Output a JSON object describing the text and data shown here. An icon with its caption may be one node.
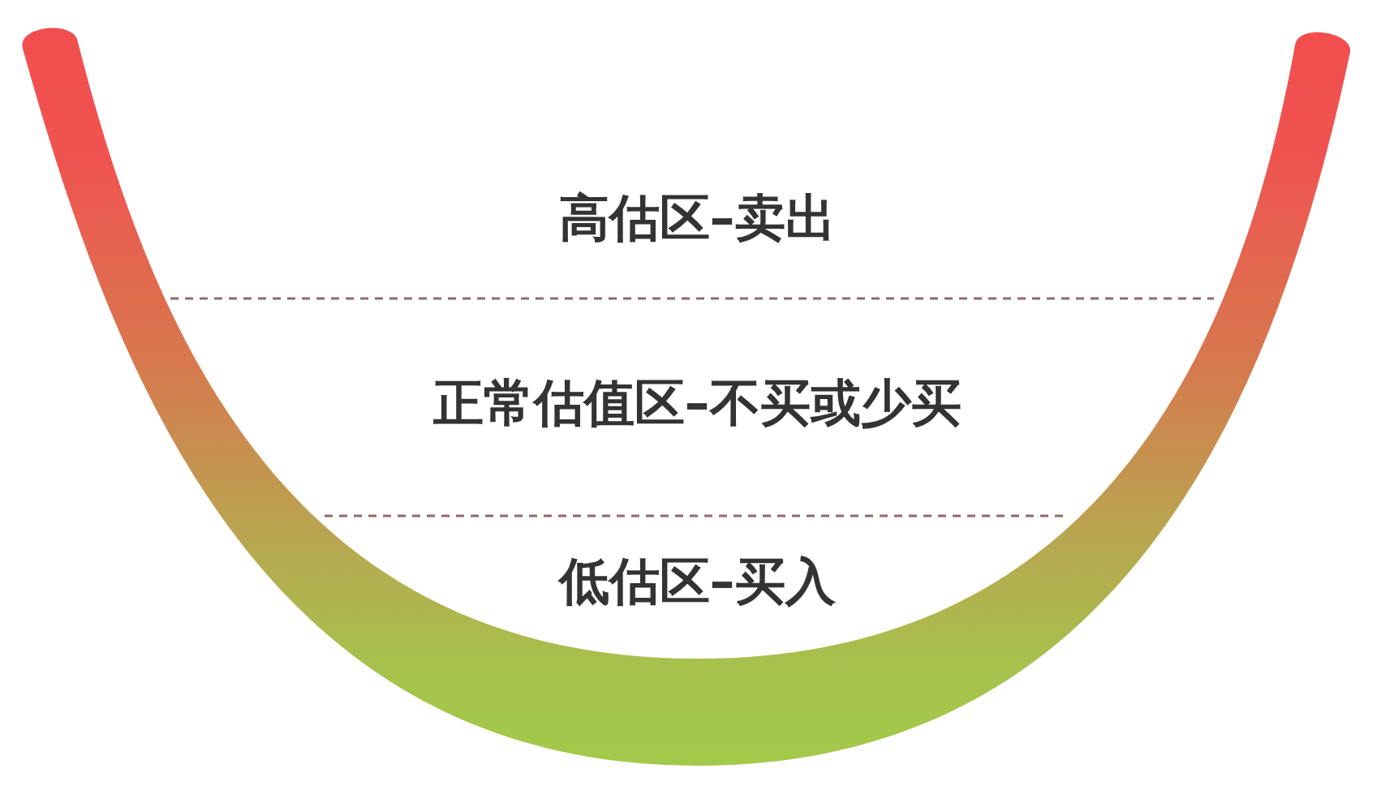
{
  "diagram": {
    "labels": [
      "高估区–卖出",
      "正常估值区–不买或少买",
      "低估区–买入"
    ]
  }
}
